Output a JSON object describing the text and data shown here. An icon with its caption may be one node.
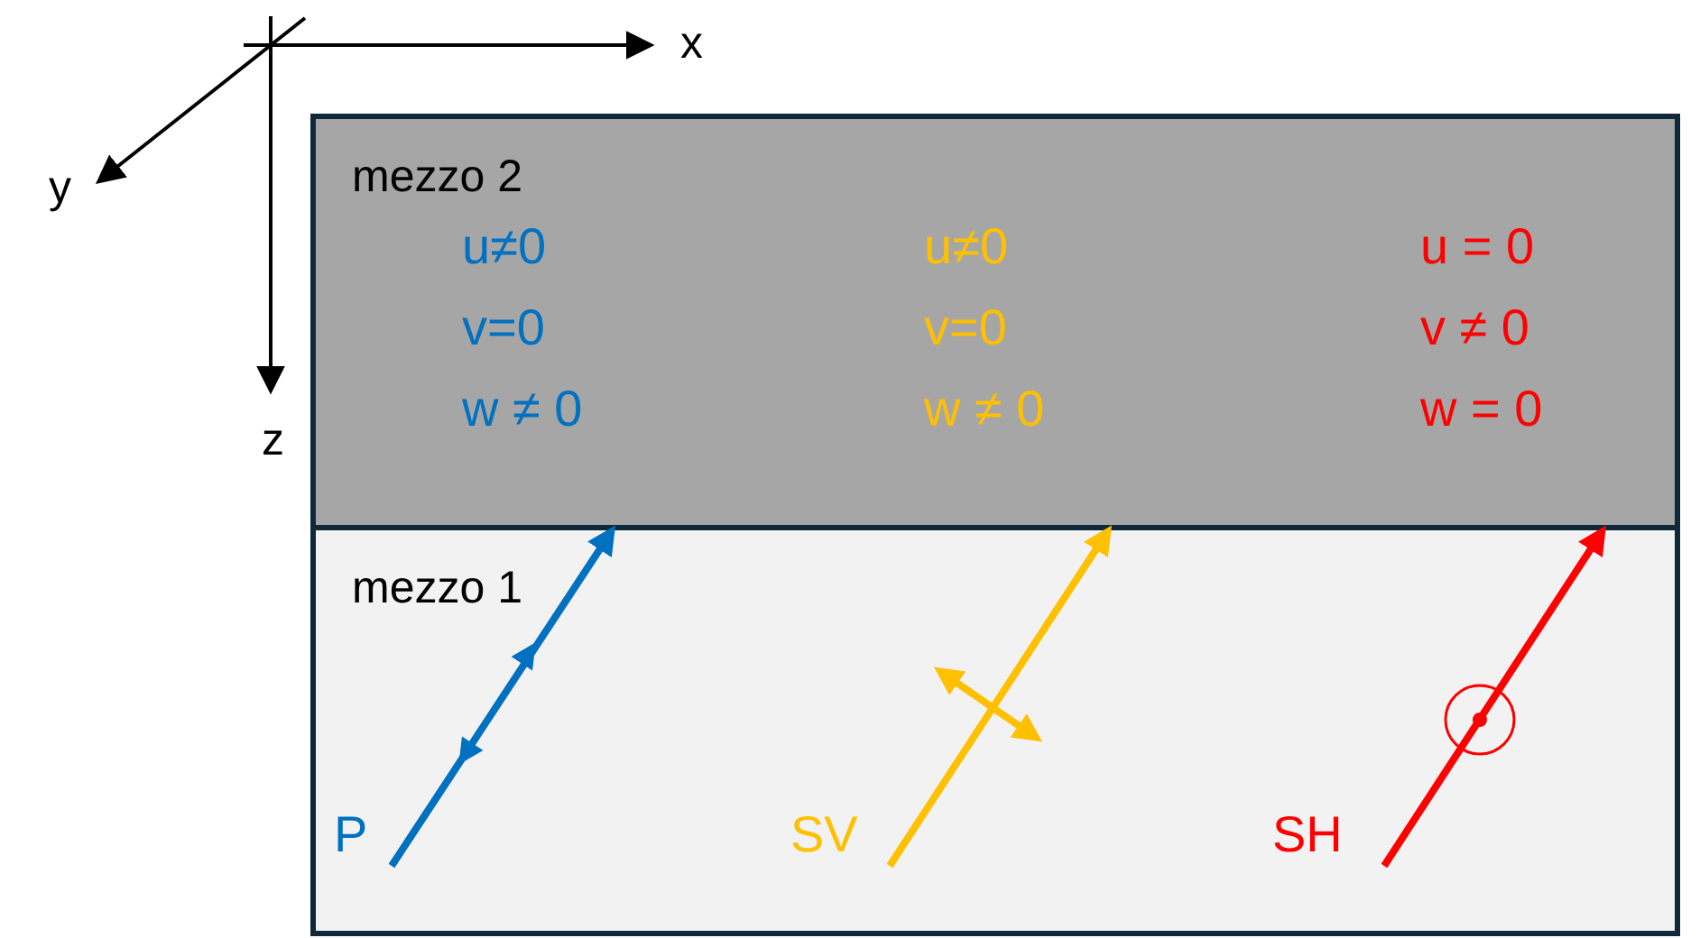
{
  "diagram": {
    "nodes": [
      {
        "text": [
          "mezzo 2"
        ]
      },
      {
        "text": [
          "mezzo 1"
        ]
      }
    ],
    "labels": [
      "x",
      "y",
      "z",
      "u≠0",
      "u≠0",
      "u = 0",
      "v=0",
      "v=0",
      "v ≠ 0",
      "w ≠ 0",
      "w ≠ 0",
      "w = 0",
      "P",
      "SV",
      "SH"
    ]
  }
}
